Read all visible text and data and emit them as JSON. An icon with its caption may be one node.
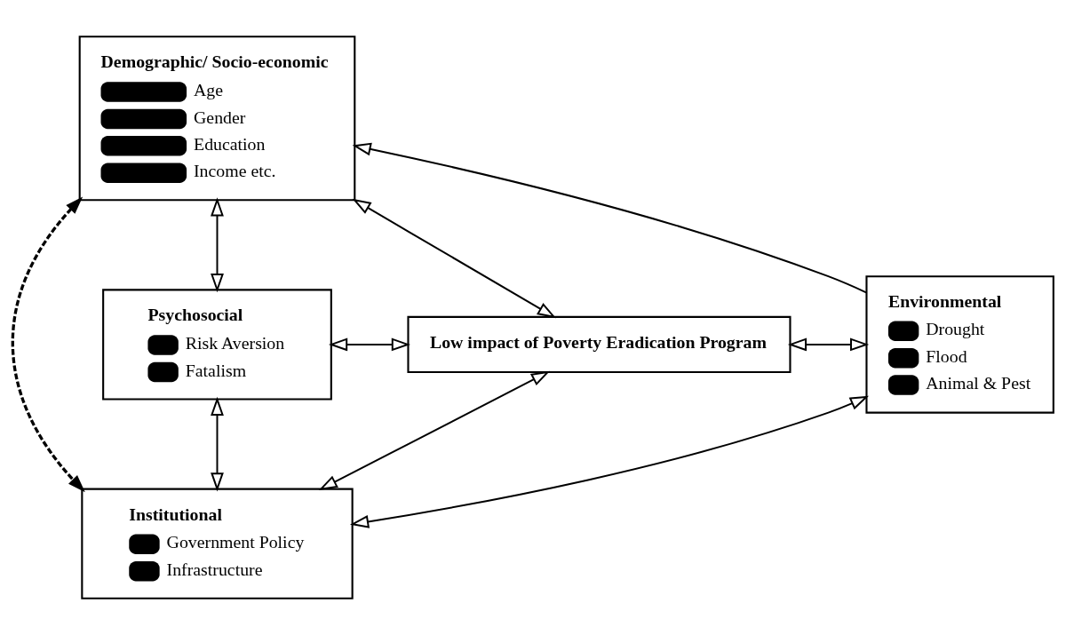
{
  "diagram": {
    "nodes": [
      {
        "text": [
          "Demographic/ Socio-economic",
          "Age",
          "Gender",
          "Education",
          "Income etc."
        ]
      },
      {
        "text": [
          "Psychosocial",
          "Risk Aversion",
          "Fatalism"
        ]
      },
      {
        "text": [
          "Low impact of Poverty Eradication Program"
        ]
      },
      {
        "text": [
          "Environmental",
          "Drought",
          "Flood",
          "Animal & Pest"
        ]
      },
      {
        "text": [
          "Institutional",
          "Government Policy",
          "Infrastructure"
        ]
      }
    ],
    "edges": [
      {
        "from": 0,
        "to": 1,
        "arrow": "both"
      },
      {
        "from": 3,
        "to": 0,
        "arrow": "to"
      },
      {
        "from": 0,
        "to": 2,
        "arrow": "both"
      },
      {
        "from": 1,
        "to": 2,
        "arrow": "both"
      },
      {
        "from": 2,
        "to": 3,
        "arrow": "both"
      },
      {
        "from": 0,
        "to": 4,
        "arrow": "both",
        "style": "dashed"
      },
      {
        "from": 2,
        "to": 4,
        "arrow": "both"
      },
      {
        "from": 1,
        "to": 4,
        "arrow": "both"
      },
      {
        "from": 4,
        "to": 3,
        "arrow": "both"
      }
    ]
  }
}
